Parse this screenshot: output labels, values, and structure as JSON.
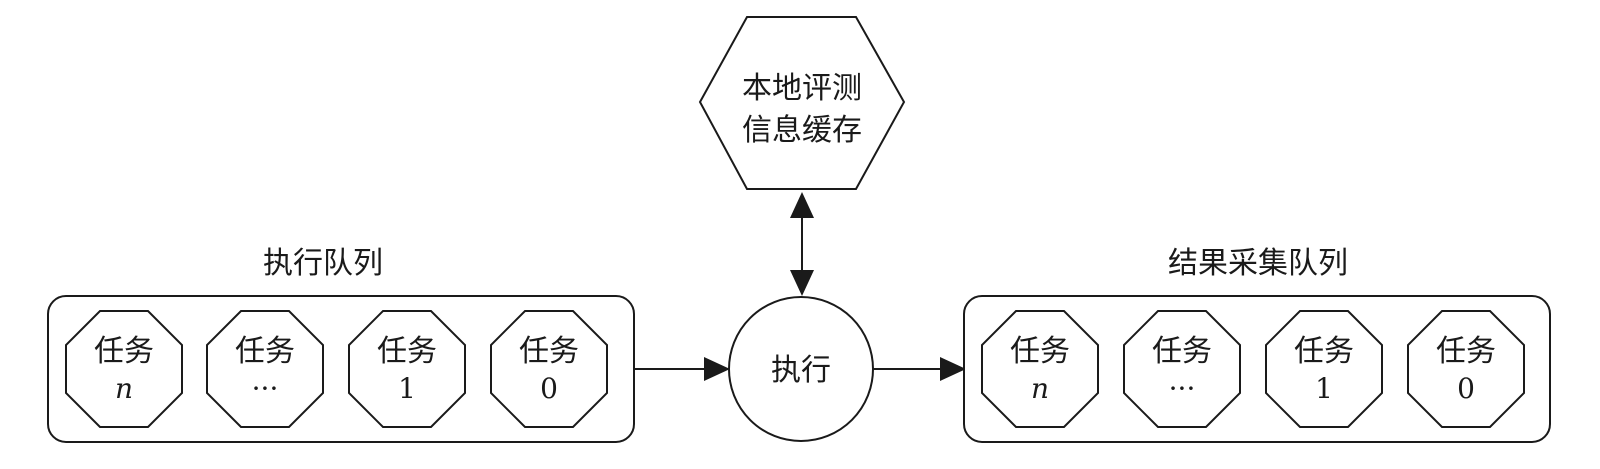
{
  "cache": {
    "line1": "本地评测",
    "line2": "信息缓存"
  },
  "exec_queue": {
    "title": "执行队列",
    "tasks": [
      {
        "label": "任务",
        "index": "n"
      },
      {
        "label": "任务",
        "index": "···"
      },
      {
        "label": "任务",
        "index": "1"
      },
      {
        "label": "任务",
        "index": "0"
      }
    ]
  },
  "execute": {
    "label": "执行"
  },
  "result_queue": {
    "title": "结果采集队列",
    "tasks": [
      {
        "label": "任务",
        "index": "n"
      },
      {
        "label": "任务",
        "index": "···"
      },
      {
        "label": "任务",
        "index": "1"
      },
      {
        "label": "任务",
        "index": "0"
      }
    ]
  },
  "colors": {
    "stroke": "#1a1a1a",
    "fill": "#ffffff"
  }
}
